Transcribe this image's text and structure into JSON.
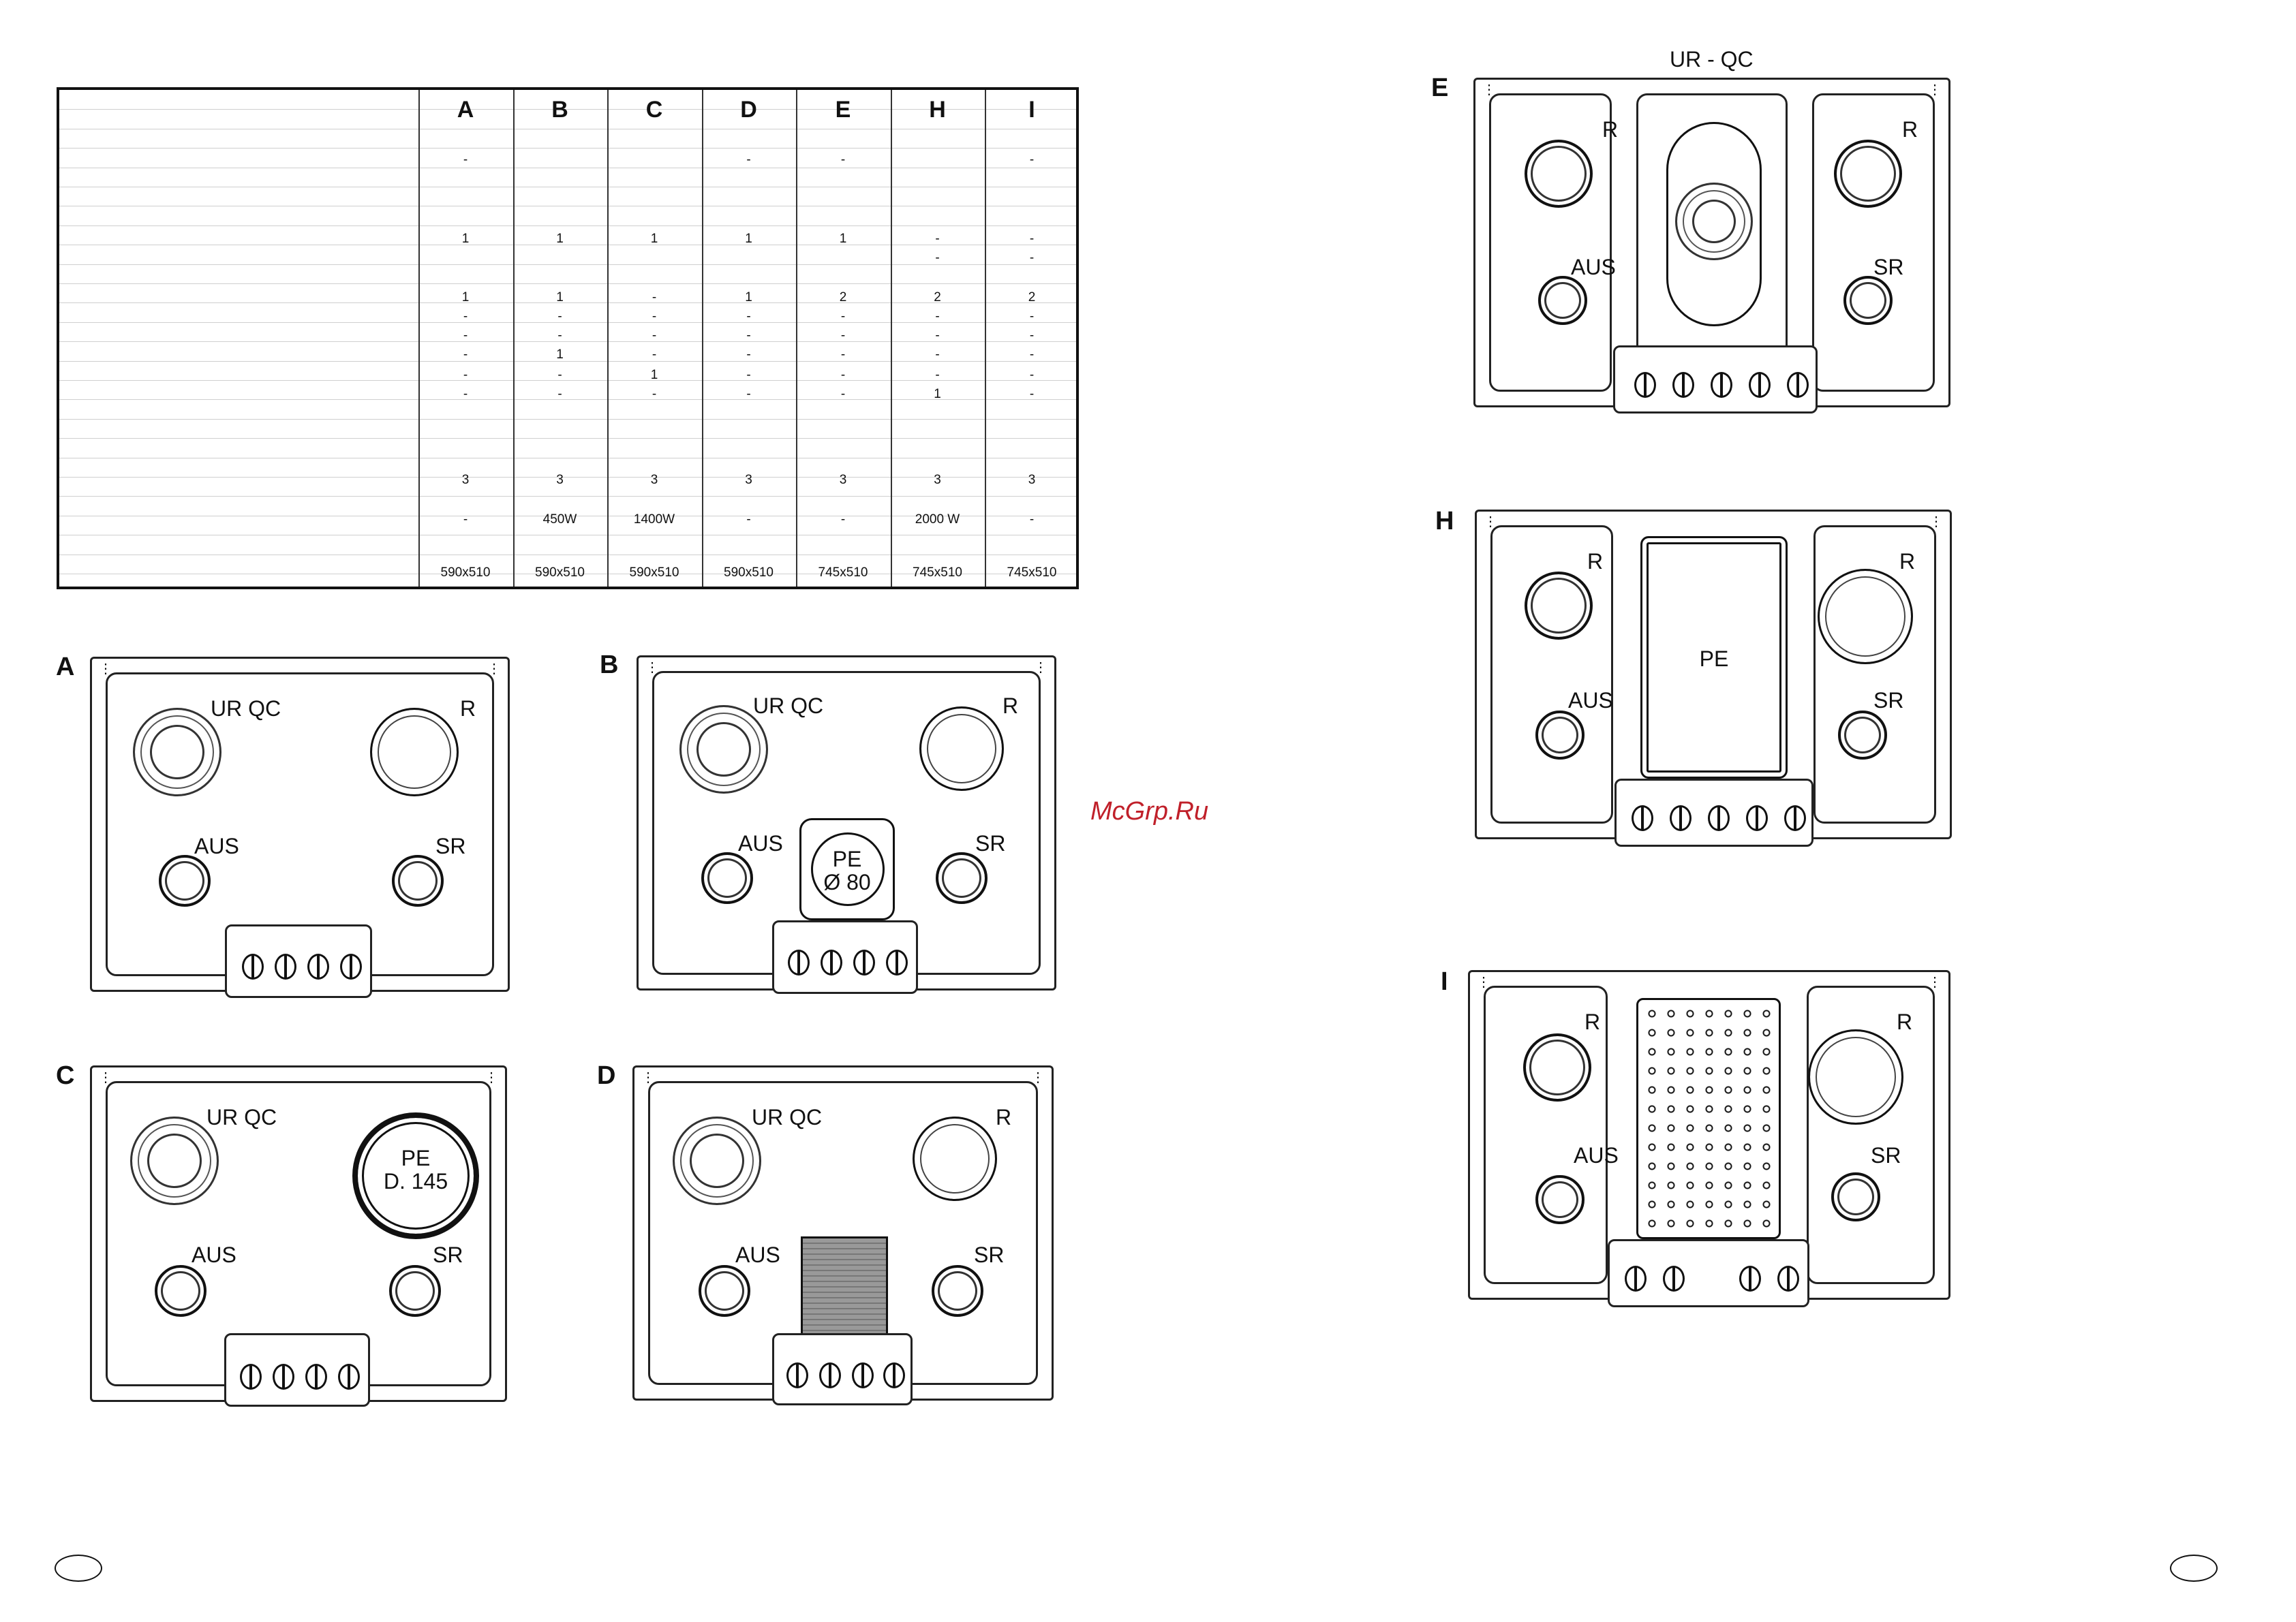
{
  "table": {
    "columns": [
      "A",
      "B",
      "C",
      "D",
      "E",
      "H",
      "I"
    ],
    "rows": [
      {
        "values": [
          "-",
          "",
          "",
          "-",
          "-",
          "",
          "-"
        ]
      },
      {
        "values": [
          "1",
          "1",
          "1",
          "1",
          "1",
          "-",
          "-"
        ]
      },
      {
        "values": [
          "",
          "",
          "",
          "",
          "",
          "-",
          "-"
        ]
      },
      {
        "values": [
          "1",
          "1",
          "-",
          "1",
          "2",
          "2",
          "2"
        ]
      },
      {
        "values": [
          "-",
          "-",
          "-",
          "-",
          "-",
          "-",
          "-"
        ]
      },
      {
        "values": [
          "-",
          "-",
          "-",
          "-",
          "-",
          "-",
          "-"
        ]
      },
      {
        "values": [
          "-",
          "1",
          "-",
          "-",
          "-",
          "-",
          "-"
        ]
      },
      {
        "values": [
          "-",
          "-",
          "1",
          "-",
          "-",
          "-",
          "-"
        ]
      },
      {
        "values": [
          "-",
          "-",
          "-",
          "-",
          "-",
          "1",
          "-"
        ]
      },
      {
        "values": [
          "3",
          "3",
          "3",
          "3",
          "3",
          "3",
          "3"
        ]
      },
      {
        "values": [
          "-",
          "450W",
          "1400W",
          "-",
          "-",
          "2000 W",
          "-"
        ]
      },
      {
        "values": [
          "590x510",
          "590x510",
          "590x510",
          "590x510",
          "745x510",
          "745x510",
          "745x510"
        ]
      }
    ]
  },
  "hobs": {
    "A": {
      "letter": "A",
      "ur_qc": "UR QC",
      "r": "R",
      "aus": "AUS",
      "sr": "SR"
    },
    "B": {
      "letter": "B",
      "ur_qc": "UR QC",
      "r": "R",
      "aus": "AUS",
      "sr": "SR",
      "pe": "PE",
      "pe_size": "Ø 80"
    },
    "C": {
      "letter": "C",
      "ur_qc": "UR QC",
      "aus": "AUS",
      "sr": "SR",
      "pe": "PE",
      "pe_size": "D. 145"
    },
    "D": {
      "letter": "D",
      "ur_qc": "UR QC",
      "r": "R",
      "aus": "AUS",
      "sr": "SR"
    },
    "E": {
      "letter": "E",
      "title": "UR - QC",
      "r_left": "R",
      "r_right": "R",
      "aus": "AUS",
      "sr": "SR"
    },
    "H": {
      "letter": "H",
      "r_left": "R",
      "r_right": "R",
      "aus": "AUS",
      "sr": "SR",
      "pe": "PE"
    },
    "I": {
      "letter": "I",
      "r_left": "R",
      "r_right": "R",
      "aus": "AUS",
      "sr": "SR"
    }
  },
  "watermark": "McGrp.Ru"
}
